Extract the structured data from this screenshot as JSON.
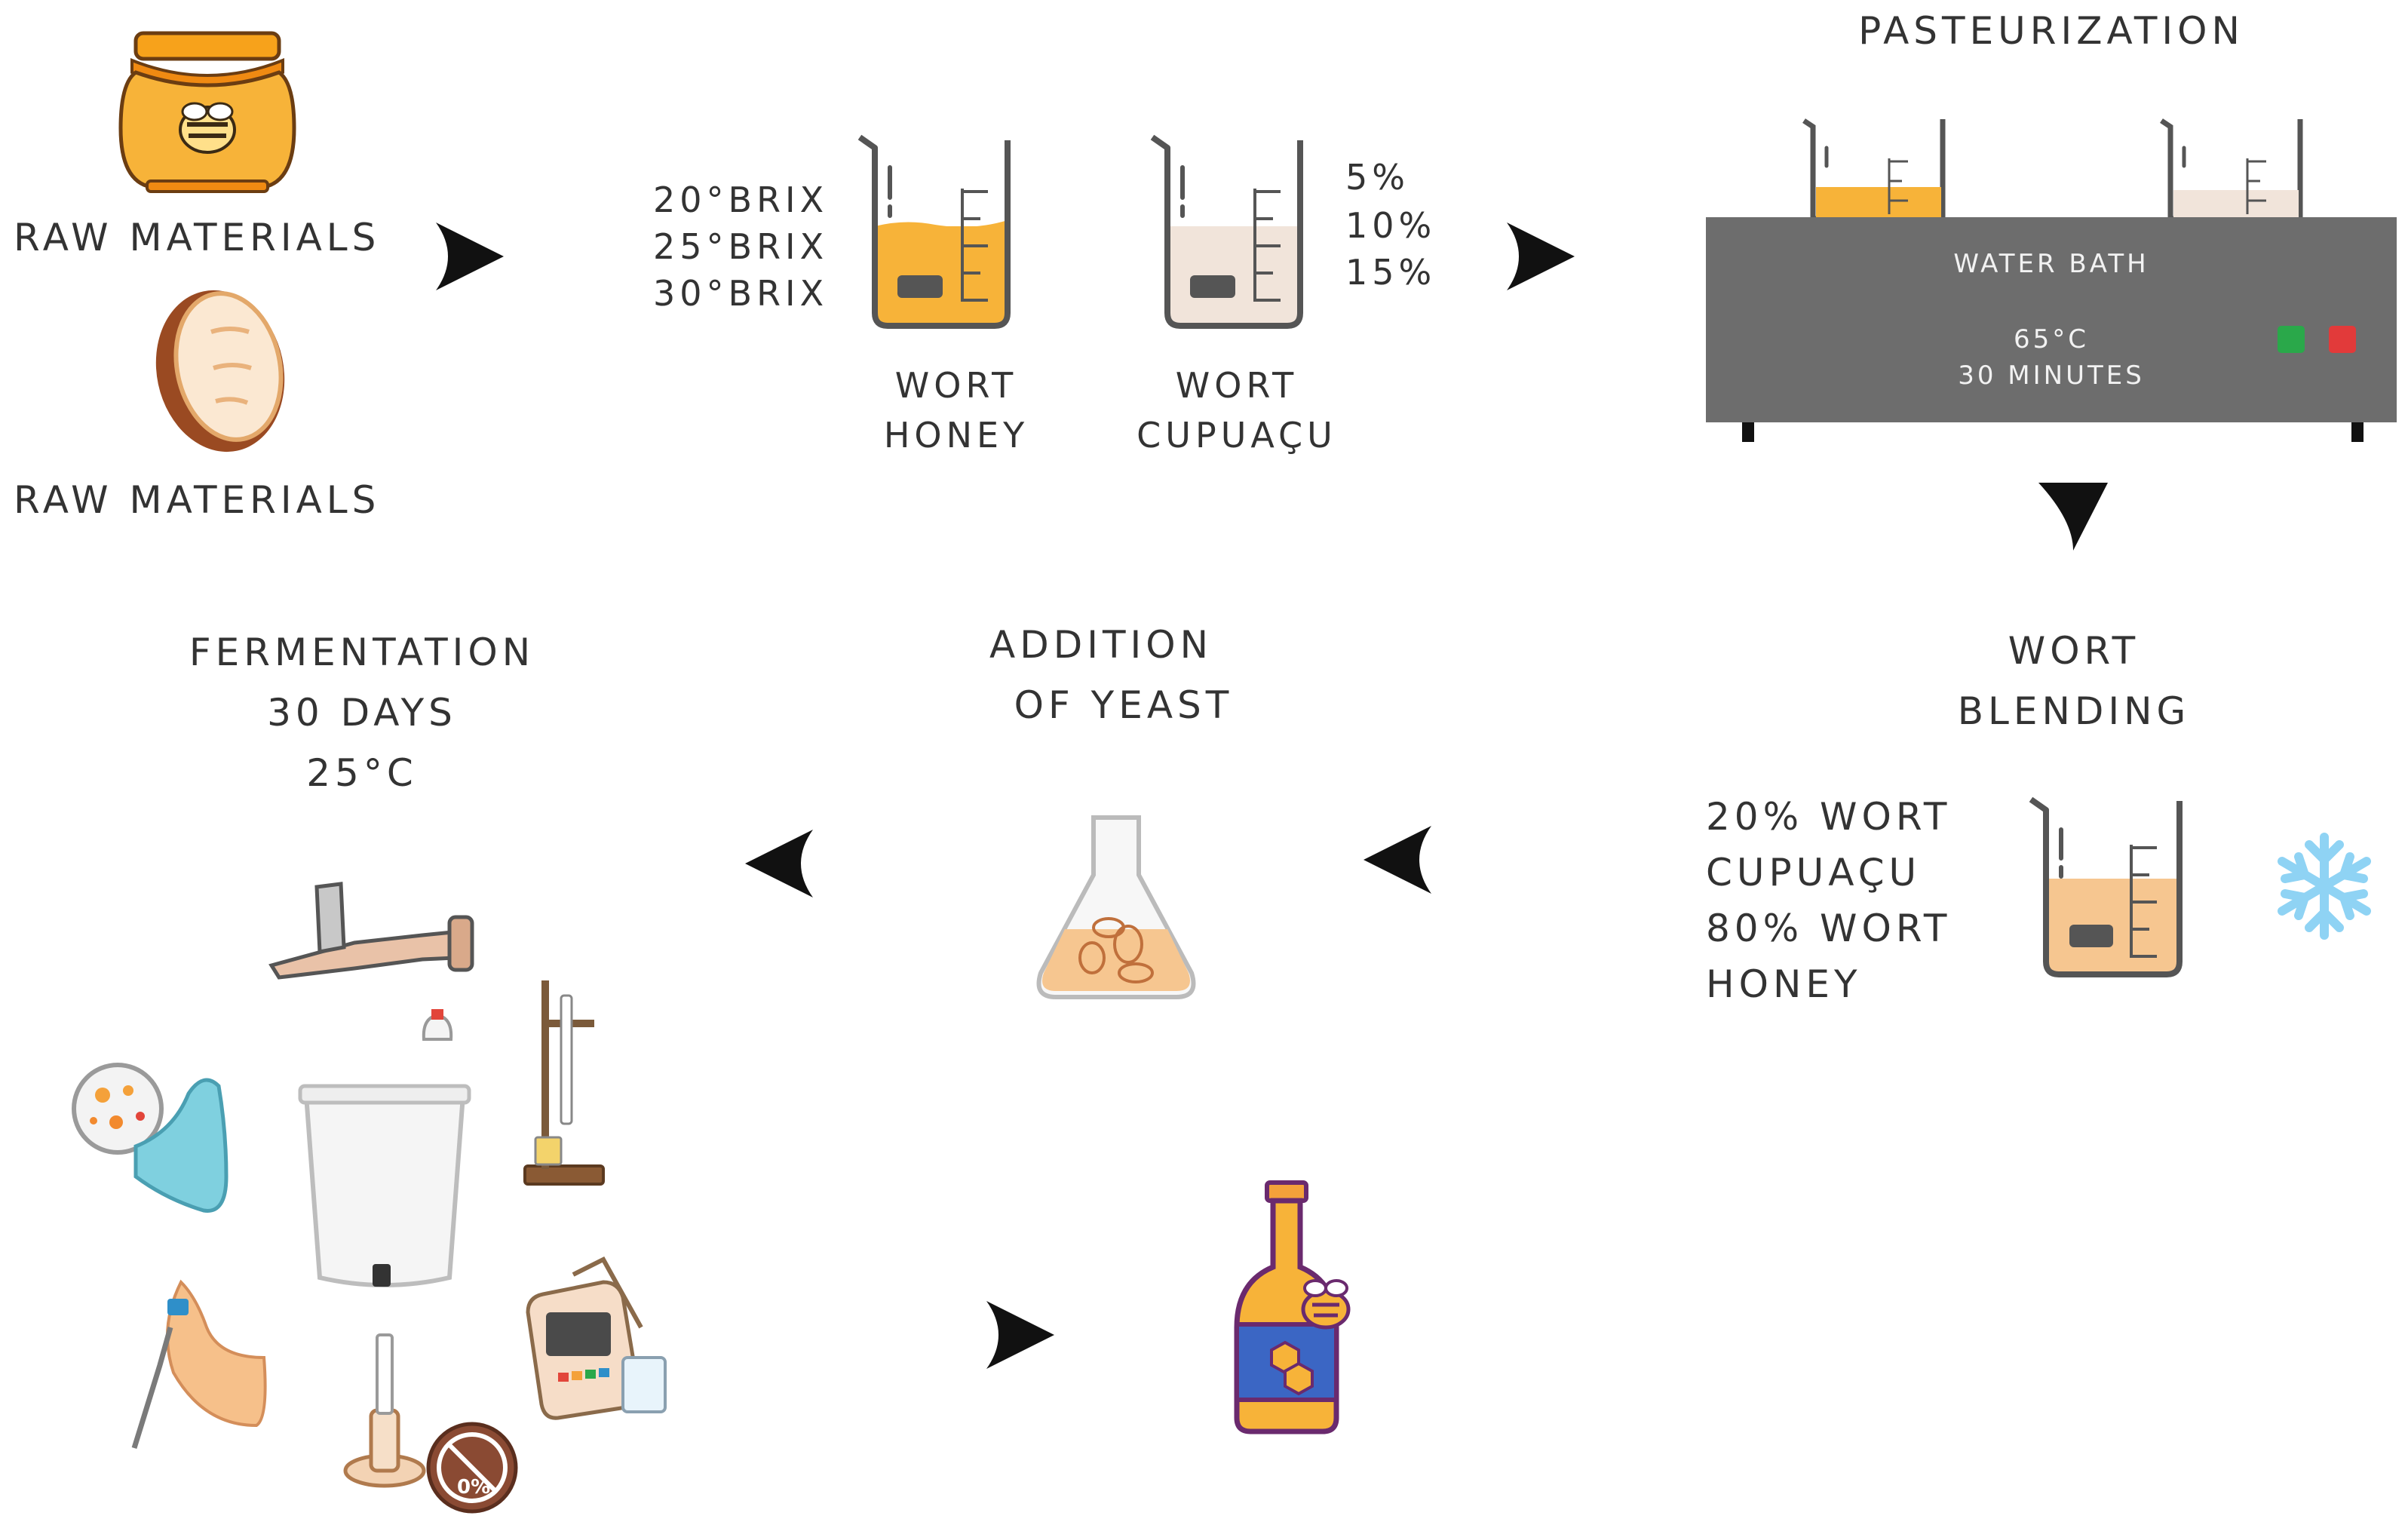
{
  "raw_materials": {
    "honey_label": "RAW MATERIALS",
    "cupuacu_label": "RAW MATERIALS"
  },
  "worts": {
    "brix_values": [
      "20°BRIX",
      "25°BRIX",
      "30°BRIX"
    ],
    "cupuacu_percentages": [
      "5%",
      "10%",
      "15%"
    ],
    "honey_label_line1": "WORT",
    "honey_label_line2": "HONEY",
    "cupuacu_label_line1": "WORT",
    "cupuacu_label_line2": "CUPUAÇU"
  },
  "pasteurization": {
    "title": "PASTEURIZATION",
    "device_label": "WATER BATH",
    "temperature": "65°C",
    "duration": "30 MINUTES"
  },
  "blending": {
    "title_line1": "WORT",
    "title_line2": "BLENDING",
    "lines": [
      "20% WORT",
      "CUPUAÇU",
      "80% WORT",
      "HONEY"
    ]
  },
  "yeast": {
    "title_line1": "ADDITION",
    "title_line2": "OF YEAST"
  },
  "fermentation": {
    "title": "FERMENTATION",
    "duration": "30 DAYS",
    "temperature": "25°C"
  },
  "icons": {
    "raw_honey": "honey-jar-icon",
    "raw_cupuacu": "cupuacu-fruit-icon",
    "honey_beaker": "beaker-icon",
    "cupuacu_beaker": "beaker-icon",
    "blend_beaker": "beaker-icon",
    "cold": "snowflake-icon",
    "yeast": "erlenmeyer-flask-icon",
    "refractometer": "refractometer-icon",
    "petri": "petri-dish-icon",
    "fermenter": "fermentation-bucket-icon",
    "burette": "burette-stand-icon",
    "pipette": "micropipette-icon",
    "burner": "burner-icon",
    "no_alcohol": "zero-alcohol-badge-icon",
    "ph_meter": "ph-meter-icon",
    "product": "mead-bottle-icon"
  },
  "colors": {
    "honey": "#f7b339",
    "cupuacu": "#f1e4da",
    "water_bath": "#6d6d6d",
    "button_green": "#2aa84a",
    "button_red": "#e23a3a",
    "snow": "#8fd3f4",
    "arrow": "#111111"
  }
}
